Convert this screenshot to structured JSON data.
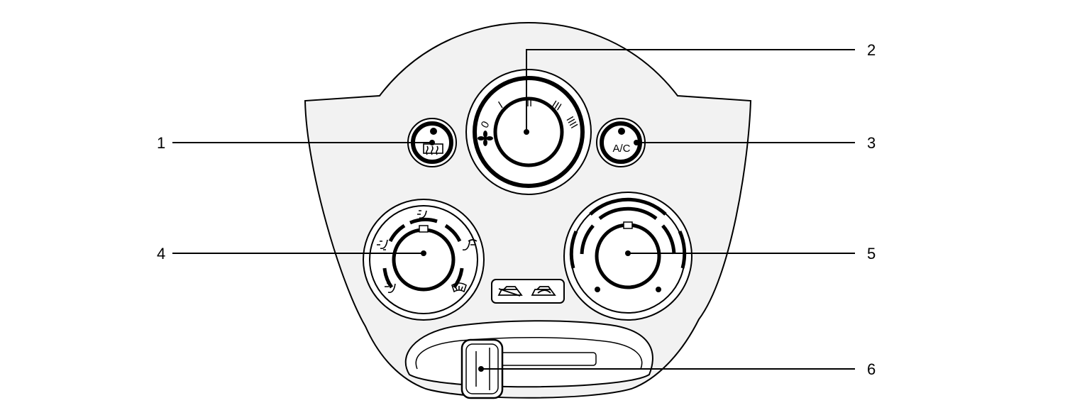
{
  "panel": {
    "fan_dial": {
      "scale": [
        "0",
        "I",
        "II",
        "III",
        "IIII"
      ]
    },
    "ac_button": {
      "label": "A/C"
    }
  },
  "callouts": [
    {
      "number": "1",
      "target": "rear-defroster-button"
    },
    {
      "number": "2",
      "target": "fan-speed-dial"
    },
    {
      "number": "3",
      "target": "ac-button"
    },
    {
      "number": "4",
      "target": "air-flow-dial"
    },
    {
      "number": "5",
      "target": "temperature-dial"
    },
    {
      "number": "6",
      "target": "air-intake-lever"
    }
  ],
  "colors": {
    "panel_fill": "#f2f2f2",
    "line": "#000000",
    "background": "#ffffff"
  }
}
